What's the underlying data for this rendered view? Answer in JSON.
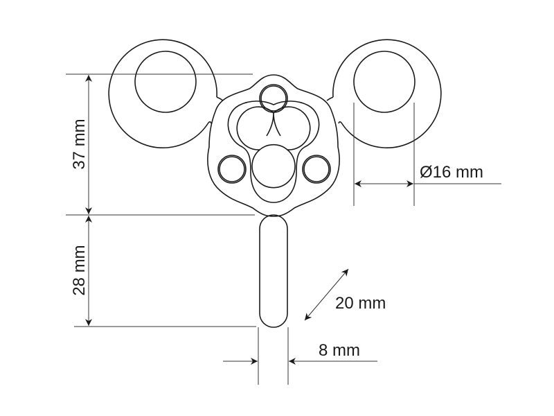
{
  "dimensions": {
    "height_upper": "37 mm",
    "height_lower": "28 mm",
    "hole_diameter": "Ø16 mm",
    "bar_thickness": "8 mm",
    "bar_opening": "20 mm"
  },
  "colors": {
    "stroke": "#1a1a1a",
    "background": "#ffffff"
  }
}
